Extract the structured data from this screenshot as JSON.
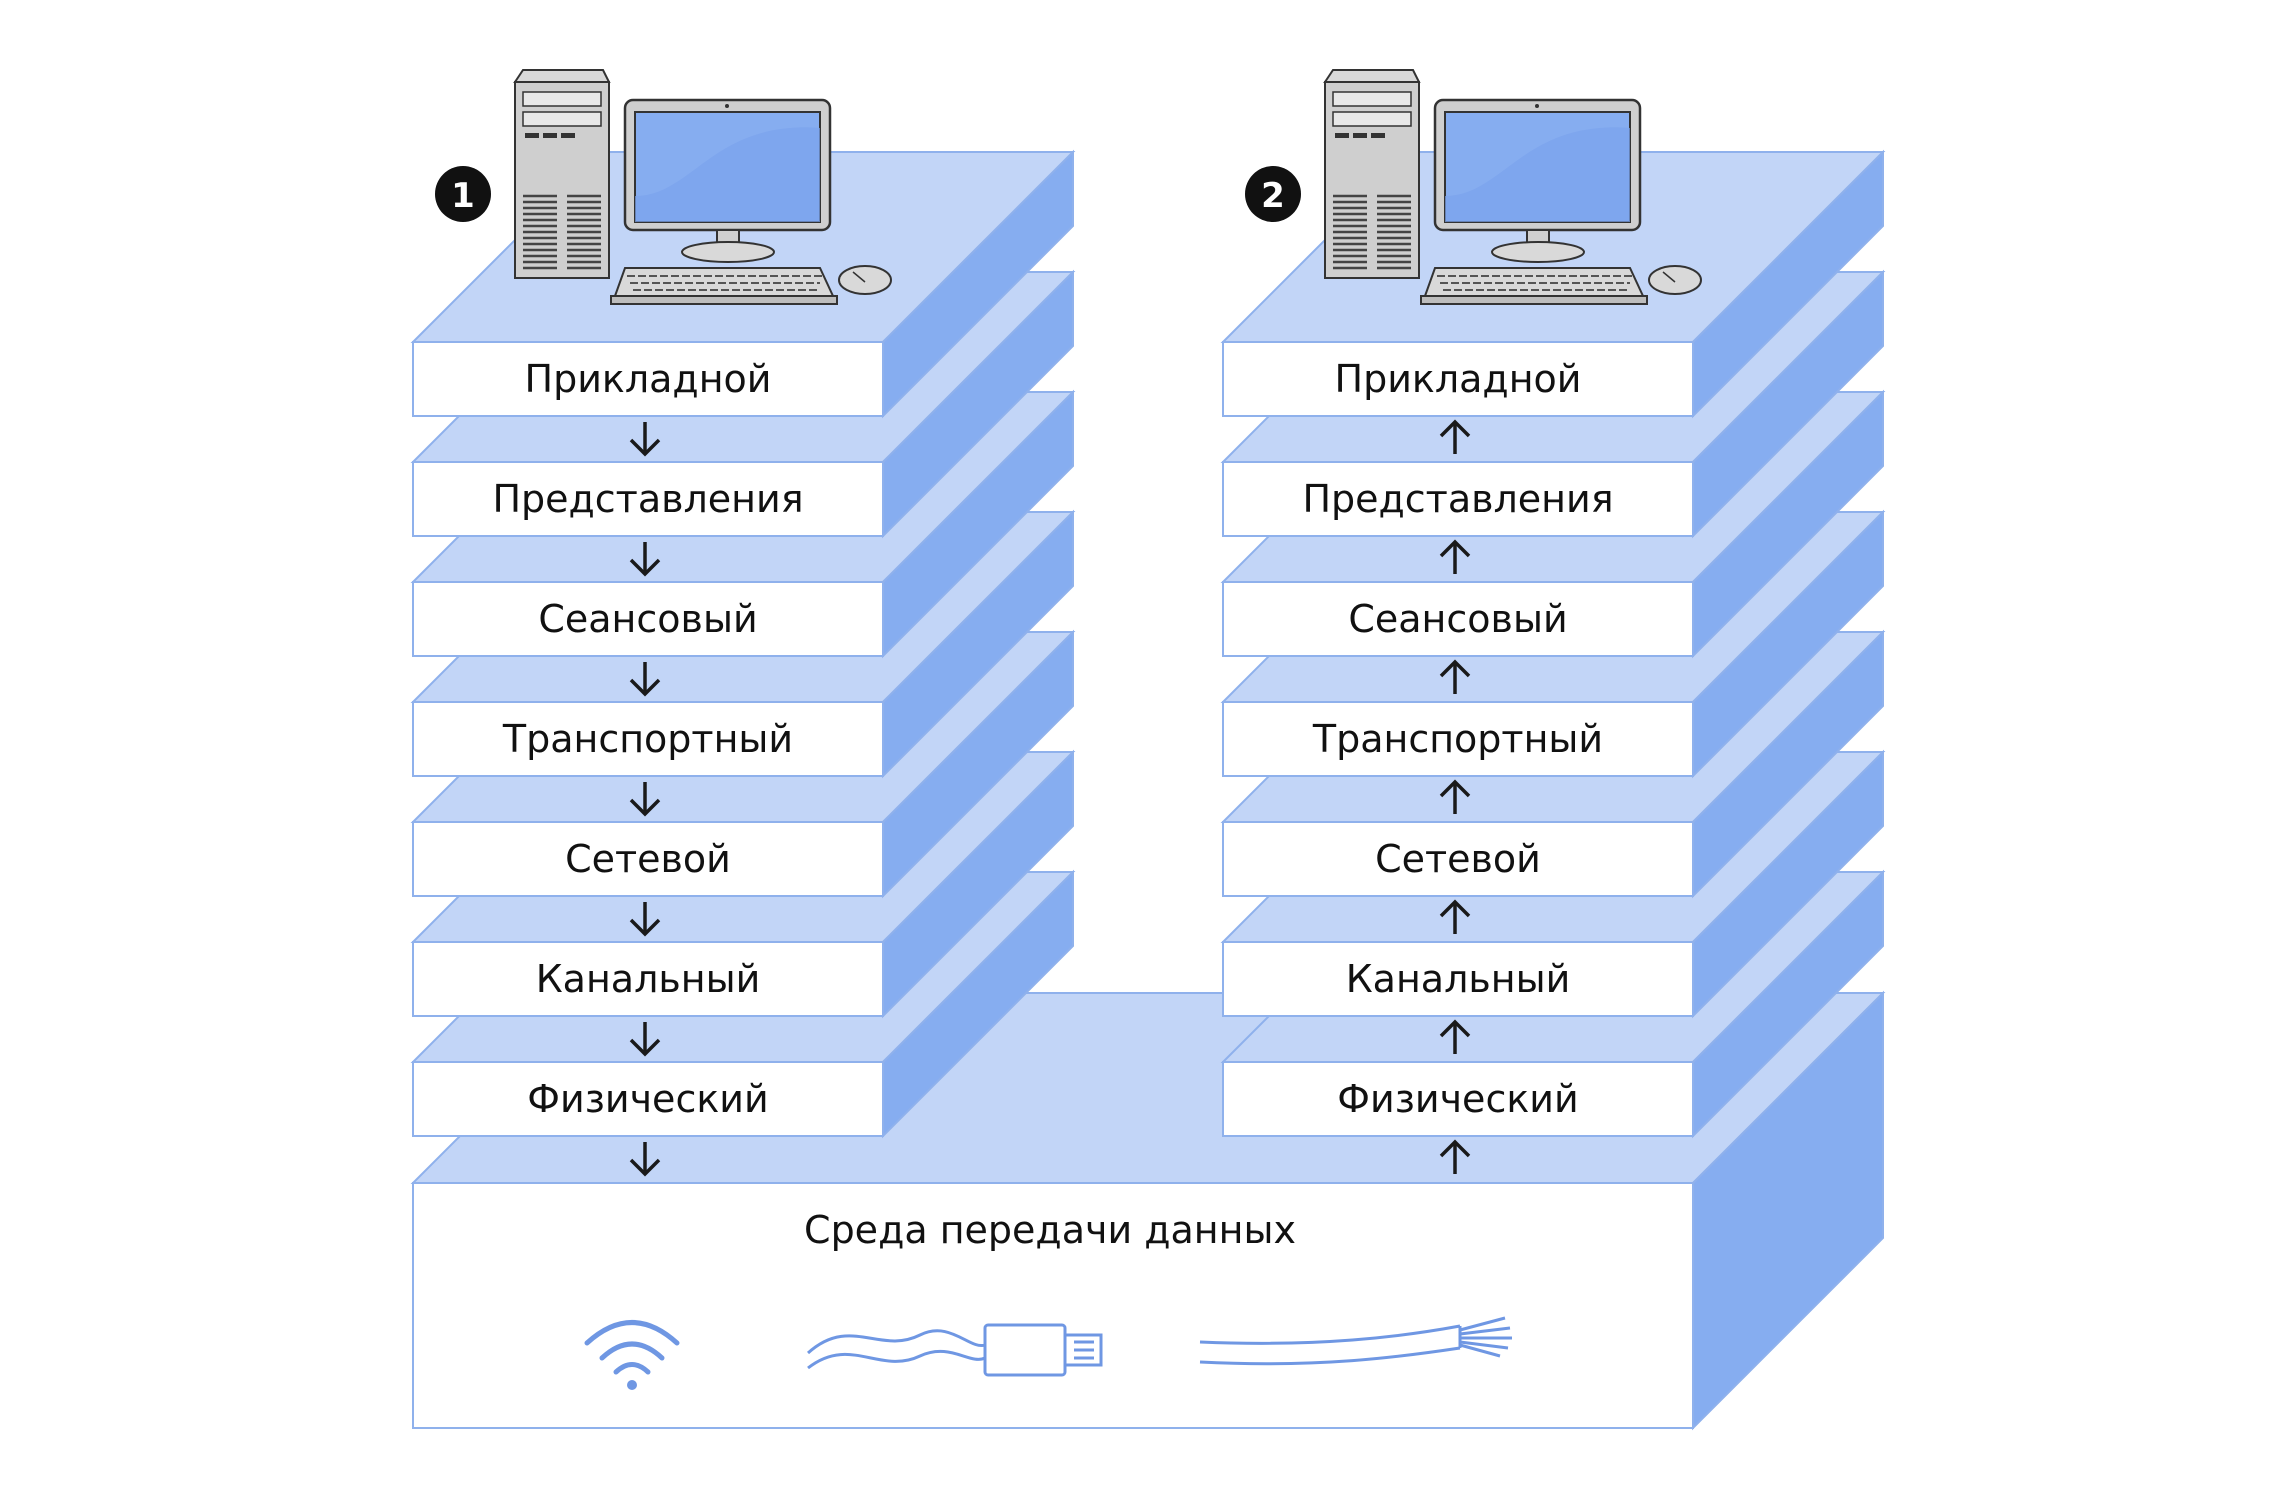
{
  "colors": {
    "front": "#ffffff",
    "top": "#c2d5f7",
    "side": "#86adf0",
    "stroke": "#8fb1ec",
    "arrow": "#1a1a1a",
    "text": "#111111",
    "media_icon": "#6f97e3"
  },
  "hosts": [
    {
      "badge": "1",
      "direction": "down",
      "layers": [
        "Прикладной",
        "Представления",
        "Сеансовый",
        "Транспортный",
        "Сетевой",
        "Канальный",
        "Физический"
      ]
    },
    {
      "badge": "2",
      "direction": "up",
      "layers": [
        "Прикладной",
        "Представления",
        "Сеансовый",
        "Транспортный",
        "Сетевой",
        "Канальный",
        "Физический"
      ]
    }
  ],
  "medium": {
    "label": "Среда передачи данных",
    "icons": [
      "wifi-icon",
      "ethernet-cable-icon",
      "fiber-cable-icon"
    ]
  }
}
